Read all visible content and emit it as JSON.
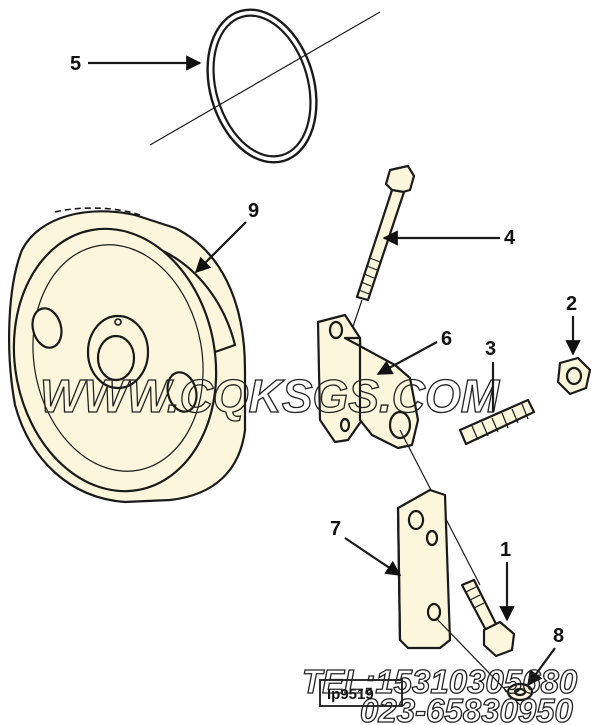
{
  "callouts": [
    {
      "id": "1",
      "label": "1"
    },
    {
      "id": "2",
      "label": "2"
    },
    {
      "id": "3",
      "label": "3"
    },
    {
      "id": "4",
      "label": "4"
    },
    {
      "id": "5",
      "label": "5"
    },
    {
      "id": "6",
      "label": "6"
    },
    {
      "id": "7",
      "label": "7"
    },
    {
      "id": "8",
      "label": "8"
    },
    {
      "id": "9",
      "label": "9"
    }
  ],
  "watermark": {
    "site": "WWW.CQKSGS.COM",
    "phone": "TEL:15310305680",
    "phone2": "023-65830950"
  },
  "part_code": "Ip9519"
}
